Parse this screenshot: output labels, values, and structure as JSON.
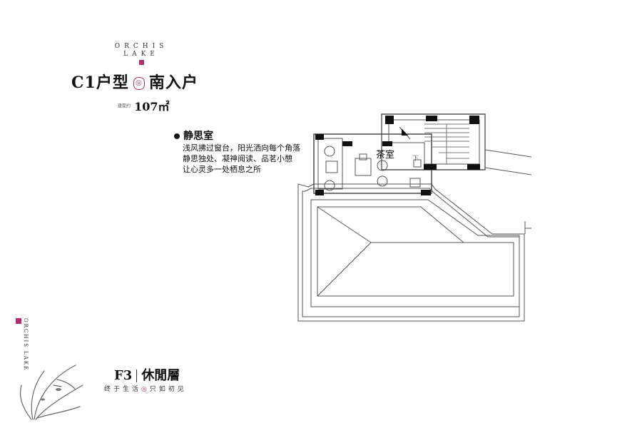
{
  "brand": {
    "line1": "ORCHIS",
    "line2": "LAKE",
    "side_vertical": "ORCHIS LAKE"
  },
  "header": {
    "title_left": "C1户型",
    "title_right": "南入户",
    "area_label": "建面约",
    "area_value": "107㎡"
  },
  "room_desc": {
    "heading": "静思室",
    "lines": [
      "浅风拂过窗台，阳光洒向每个角落",
      "静思独处、凝神阅读、品茗小憩",
      "让心灵多一处栖息之所"
    ]
  },
  "plan": {
    "tea_room_label": "茶室",
    "stair_down_label": "下"
  },
  "floor": {
    "code": "F3",
    "name": "休閒層",
    "slogan_left": "终于生活",
    "slogan_right": "只如初见"
  },
  "colors": {
    "accent": "#b0306a",
    "text": "#111111",
    "line": "#555555"
  }
}
